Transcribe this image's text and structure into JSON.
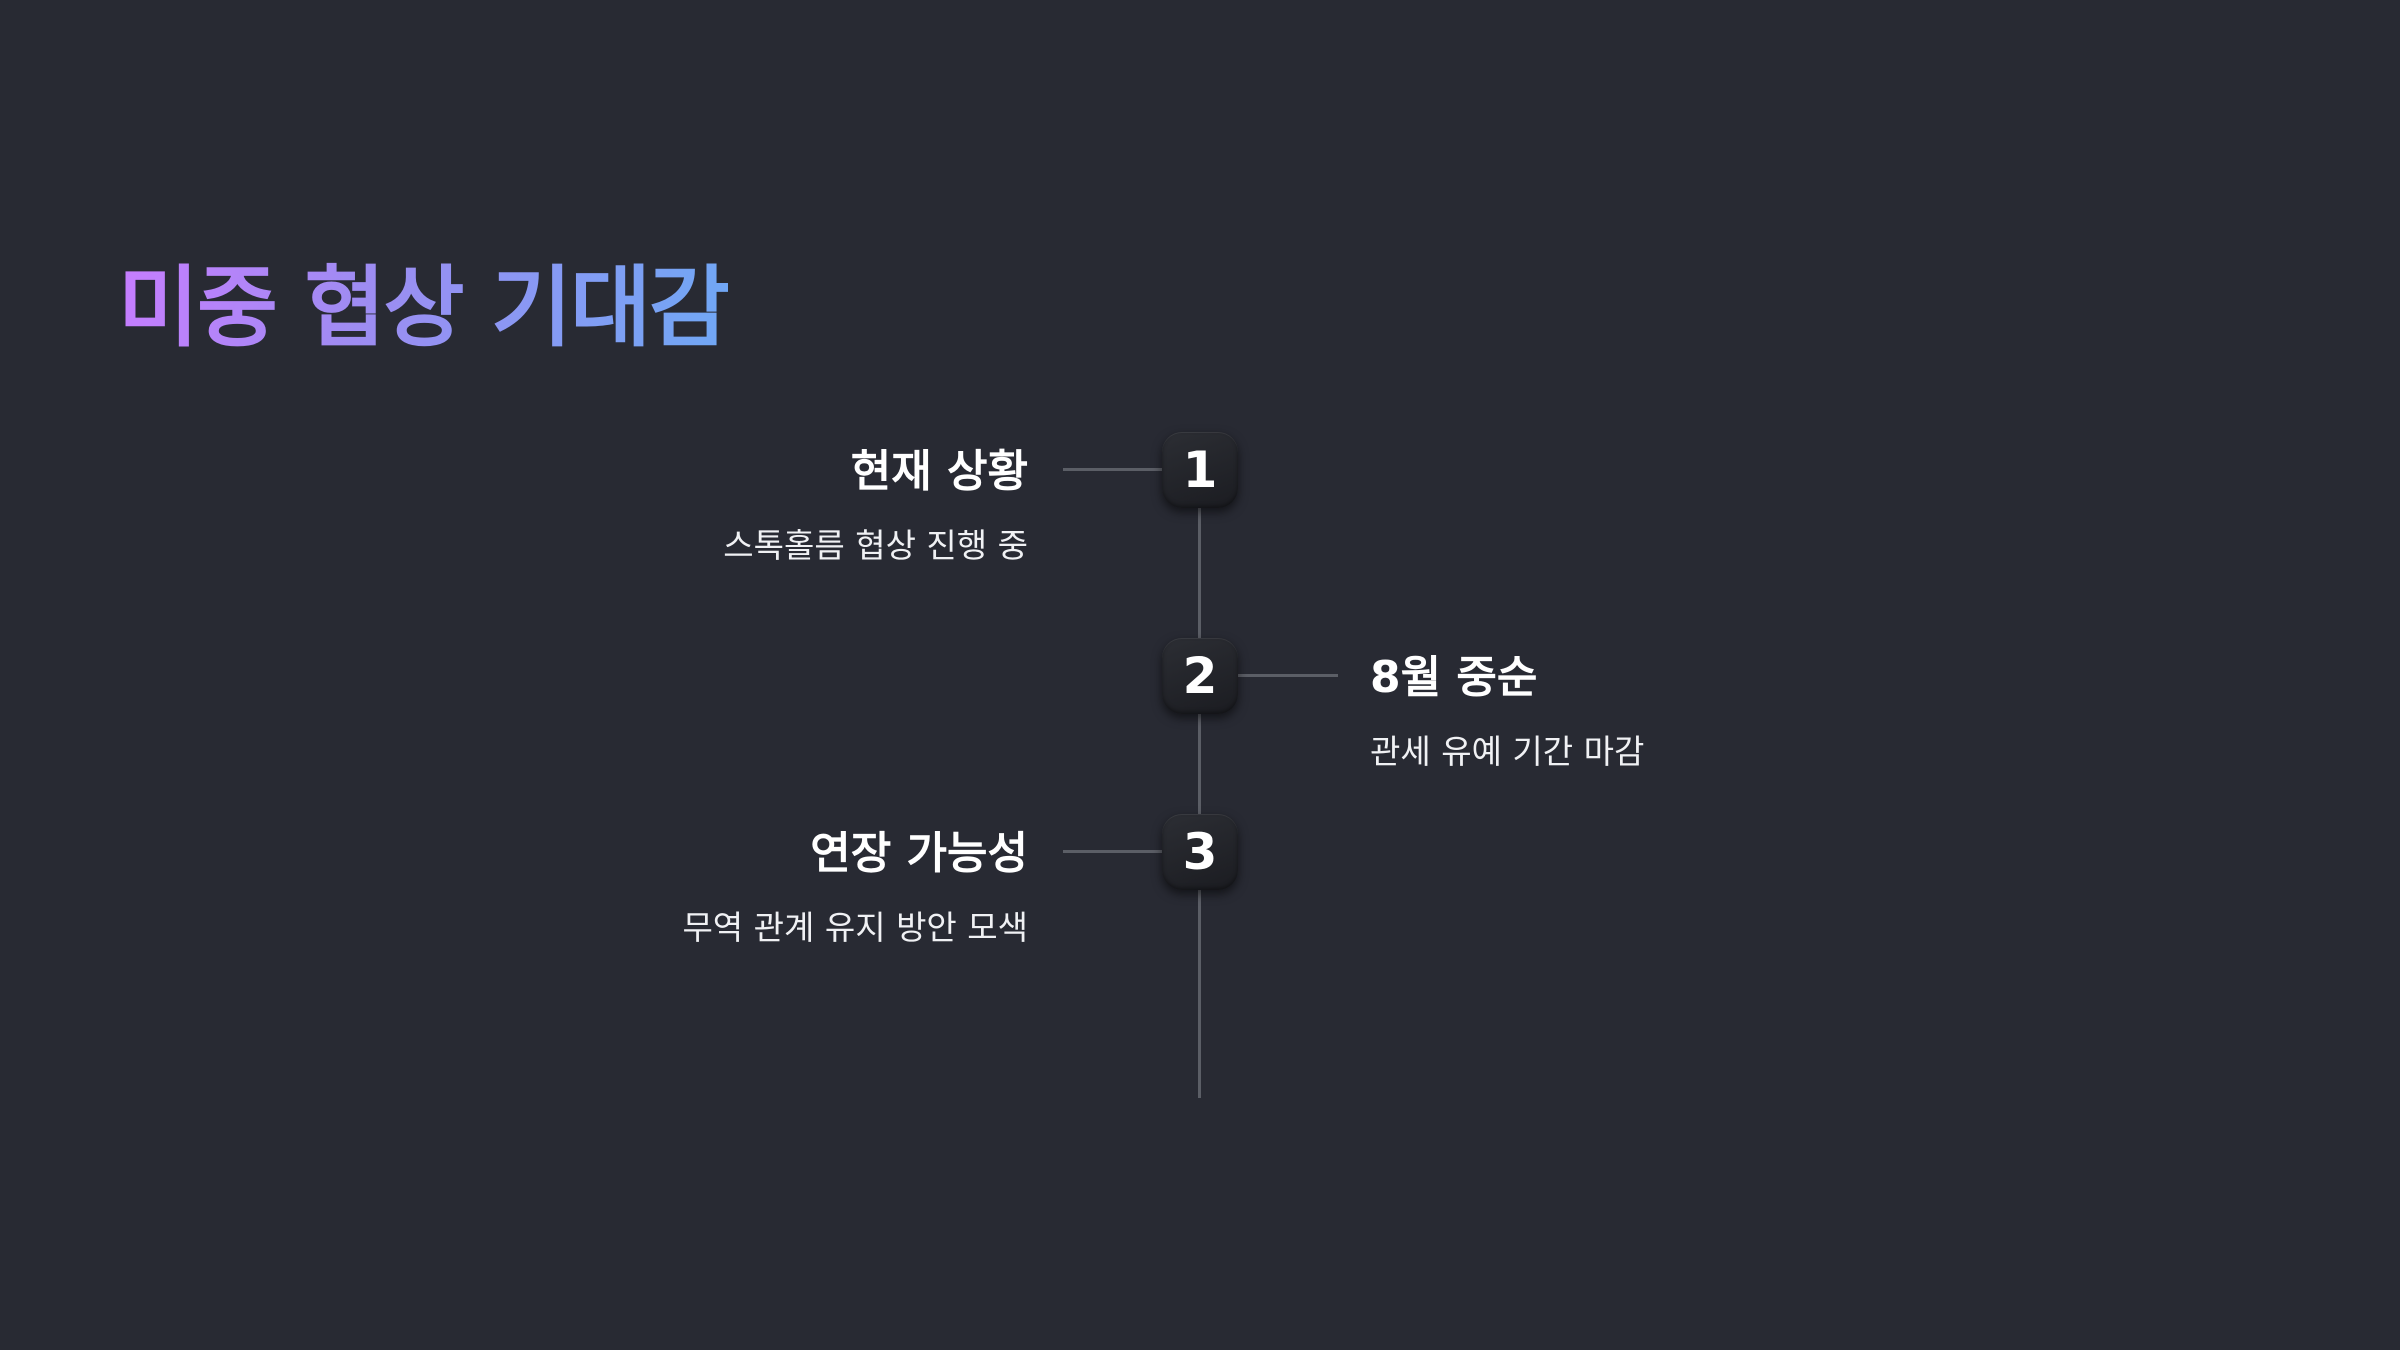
{
  "slide": {
    "title": "미중 협상 기대감",
    "title_gradient": [
      "#c77dff",
      "#6fa8f5"
    ],
    "background": "#282a33"
  },
  "timeline": {
    "items": [
      {
        "number": "1",
        "title": "현재 상황",
        "description": "스톡홀름 협상 진행 중",
        "side": "left"
      },
      {
        "number": "2",
        "title": "8월 중순",
        "description": "관세 유예 기간 마감",
        "side": "right"
      },
      {
        "number": "3",
        "title": "연장 가능성",
        "description": "무역 관계 유지 방안 모색",
        "side": "left"
      }
    ]
  }
}
